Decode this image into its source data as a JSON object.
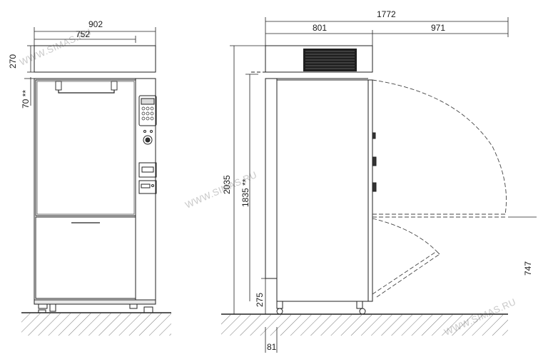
{
  "watermark": "WWW.SIMAS.RU",
  "front_view": {
    "width_total": "902",
    "width_inner": "752",
    "top_height": "270",
    "door_offset": "70 **"
  },
  "side_view": {
    "depth_total": "1772",
    "depth_body": "801",
    "door_swing": "971",
    "height_total": "2035",
    "height_opening": "1835 **",
    "leg_height": "275",
    "leg_offset": "81",
    "lower_door_height": "747"
  }
}
